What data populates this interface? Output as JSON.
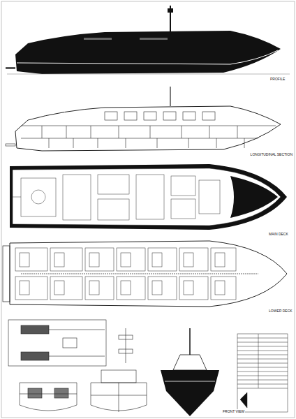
{
  "diagram": {
    "labels": [
      "PROFILE",
      "LONGITUDINAL SECTION",
      "MAIN DECK",
      "LOWER DECK",
      "FRONT VIEW"
    ]
  }
}
